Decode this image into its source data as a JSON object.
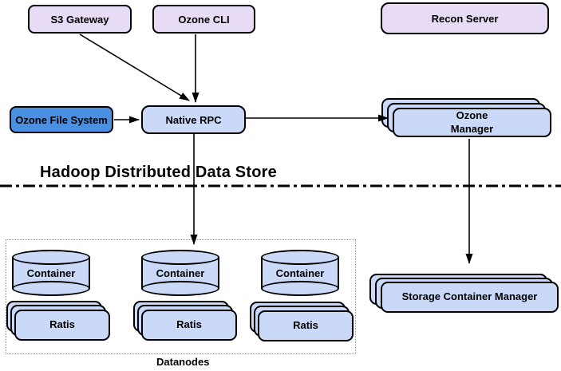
{
  "divider": {
    "label": "Hadoop Distributed Data Store"
  },
  "nodes": {
    "s3_gateway": "S3 Gateway",
    "ozone_cli": "Ozone CLI",
    "recon_server": "Recon Server",
    "ozone_file_system": "Ozone File System",
    "native_rpc": "Native RPC",
    "ozone_manager_line1": "Ozone",
    "ozone_manager_line2": "Manager",
    "storage_container_manager": "Storage Container Manager"
  },
  "datanodes": {
    "label": "Datanodes",
    "groups": [
      {
        "container": "Container",
        "ratis": "Ratis"
      },
      {
        "container": "Container",
        "ratis": "Ratis"
      },
      {
        "container": "Container",
        "ratis": "Ratis"
      }
    ]
  },
  "edges": [
    {
      "from": "s3_gateway",
      "to": "native_rpc"
    },
    {
      "from": "ozone_cli",
      "to": "native_rpc"
    },
    {
      "from": "ozone_file_system",
      "to": "native_rpc"
    },
    {
      "from": "native_rpc",
      "to": "ozone_manager"
    },
    {
      "from": "native_rpc",
      "to": "datanodes"
    },
    {
      "from": "ozone_manager",
      "to": "storage_container_manager"
    }
  ],
  "colors": {
    "client_box_fill": "#e7dbf5",
    "ozone_file_system_fill": "#4a8fe2",
    "component_fill": "#c9d9f7",
    "border": "#000000",
    "datanodes_outline": "#9a9a9a",
    "background": "#ffffff"
  }
}
